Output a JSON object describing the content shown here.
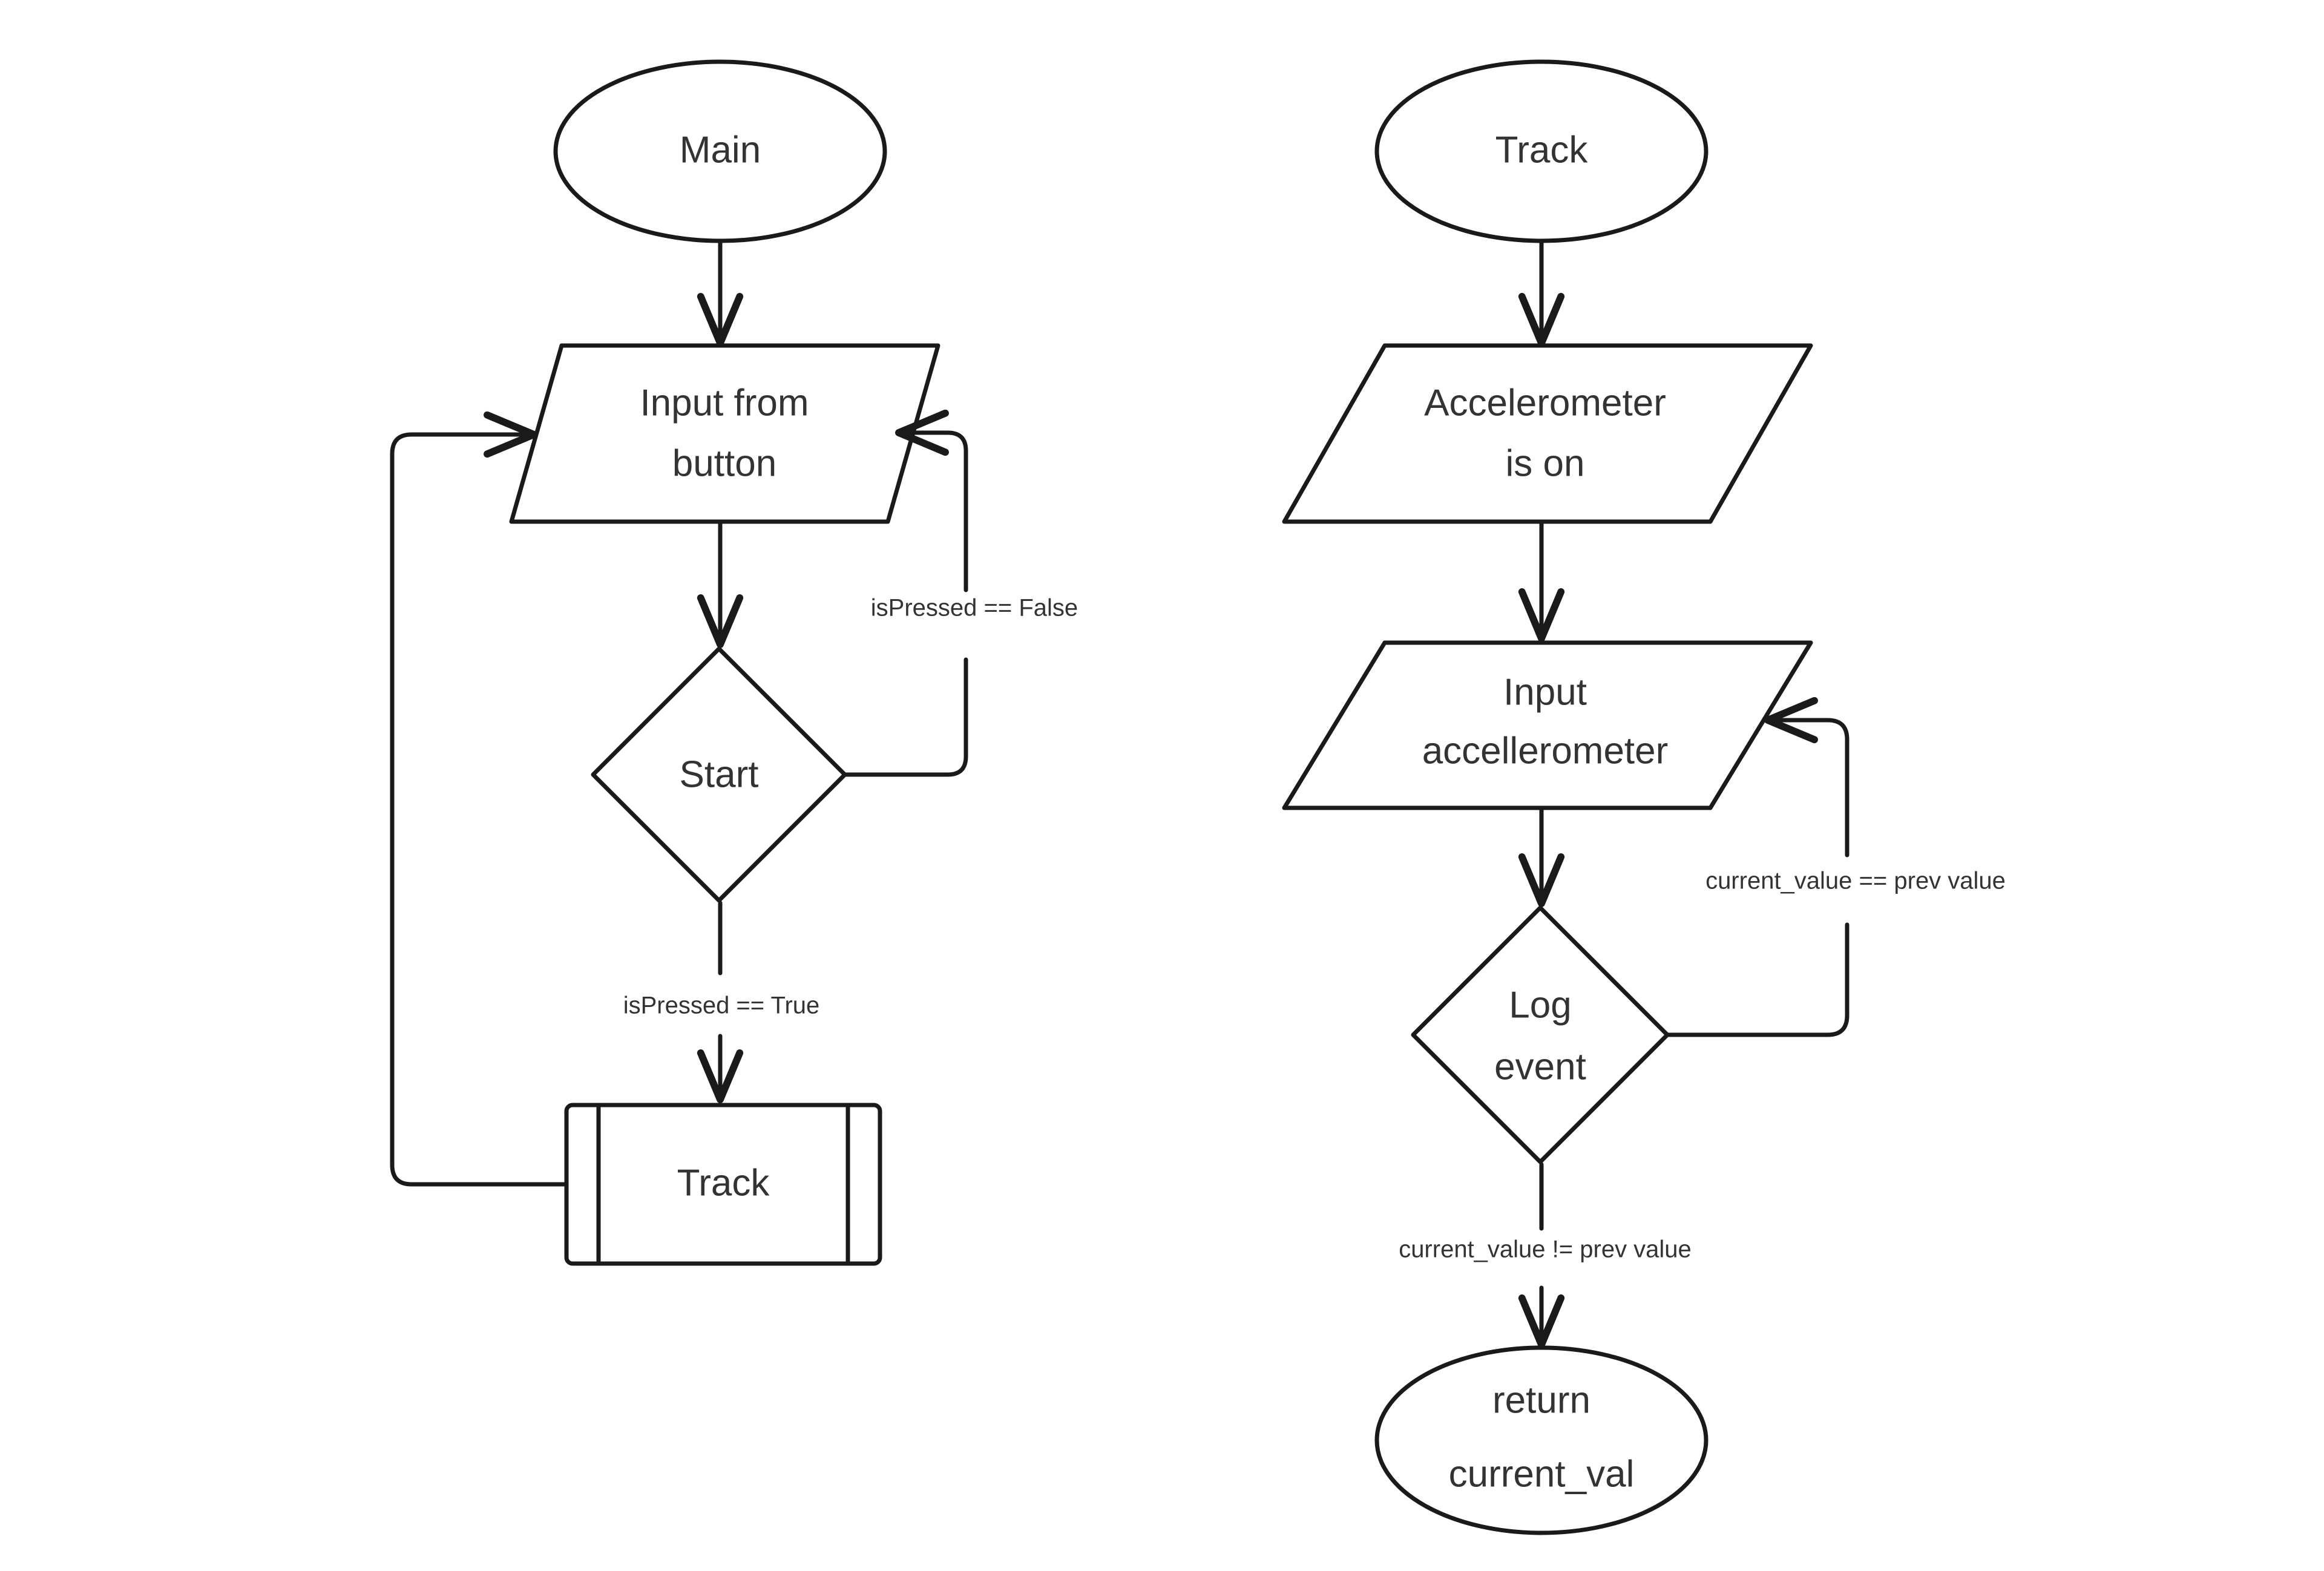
{
  "diagram": {
    "type": "flowchart",
    "background_color": "#ffffff",
    "stroke_color": "#1a1a1a",
    "text_color": "#333333",
    "flows": [
      {
        "id": "main-flow",
        "name": "Main",
        "nodes": [
          {
            "id": "main-terminal",
            "shape": "ellipse",
            "text": "Main"
          },
          {
            "id": "input-button",
            "shape": "parallelogram",
            "line1": "Input from",
            "line2": "button"
          },
          {
            "id": "start-decision",
            "shape": "diamond",
            "text": "Start"
          },
          {
            "id": "track-subroutine",
            "shape": "subroutine",
            "text": "Track"
          }
        ],
        "edges": [
          {
            "id": "main-to-input",
            "from": "main-terminal",
            "to": "input-button",
            "label": ""
          },
          {
            "id": "input-to-start",
            "from": "input-button",
            "to": "start-decision",
            "label": ""
          },
          {
            "id": "start-false-loop",
            "from": "start-decision",
            "to": "input-button",
            "label": "isPressed == False"
          },
          {
            "id": "start-true-to-track",
            "from": "start-decision",
            "to": "track-subroutine",
            "label": "isPressed == True"
          },
          {
            "id": "track-back-to-input",
            "from": "track-subroutine",
            "to": "input-button",
            "label": ""
          }
        ]
      },
      {
        "id": "track-flow",
        "name": "Track",
        "nodes": [
          {
            "id": "track-terminal",
            "shape": "ellipse",
            "text": "Track"
          },
          {
            "id": "accelerometer-on",
            "shape": "parallelogram",
            "line1": "Accelerometer",
            "line2": "is on"
          },
          {
            "id": "input-accelerometer",
            "shape": "parallelogram",
            "line1": "Input",
            "line2": "accellerometer"
          },
          {
            "id": "log-event-decision",
            "shape": "diamond",
            "line1": "Log",
            "line2": "event"
          },
          {
            "id": "return-terminal",
            "shape": "ellipse",
            "line1": "return",
            "line2": "current_val"
          }
        ],
        "edges": [
          {
            "id": "track-to-accel",
            "from": "track-terminal",
            "to": "accelerometer-on",
            "label": ""
          },
          {
            "id": "accel-to-input",
            "from": "accelerometer-on",
            "to": "input-accelerometer",
            "label": ""
          },
          {
            "id": "input-to-log",
            "from": "input-accelerometer",
            "to": "log-event-decision",
            "label": ""
          },
          {
            "id": "log-equal-loop",
            "from": "log-event-decision",
            "to": "input-accelerometer",
            "label": "current_value == prev value"
          },
          {
            "id": "log-notequal-return",
            "from": "log-event-decision",
            "to": "return-terminal",
            "label": "current_value != prev value"
          }
        ]
      }
    ]
  }
}
